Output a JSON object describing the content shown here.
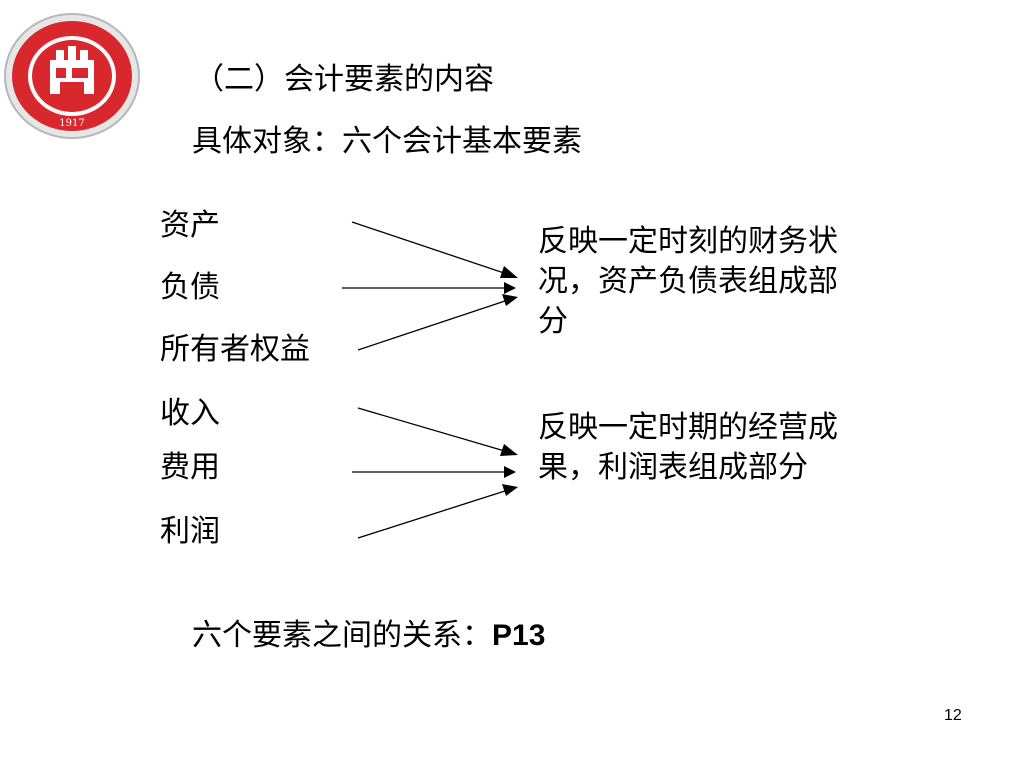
{
  "slide": {
    "title": "（二）会计要素的内容",
    "subtitle": "具体对象：六个会计基本要素",
    "page_number": "12"
  },
  "logo": {
    "year": "1917",
    "colors": {
      "red": "#d8282d",
      "ring": "#b8b8b8",
      "white": "#ffffff"
    }
  },
  "groups": [
    {
      "elements": [
        "资产",
        "负债",
        "所有者权益"
      ],
      "description": "反映一定时刻的财务状况，资产负债表组成部分"
    },
    {
      "elements": [
        "收入",
        "费用",
        "利润"
      ],
      "description": "反映一定时期的经营成果，利润表组成部分"
    }
  ],
  "relation": {
    "label": "六个要素之间的关系：",
    "page_ref": "P13"
  }
}
